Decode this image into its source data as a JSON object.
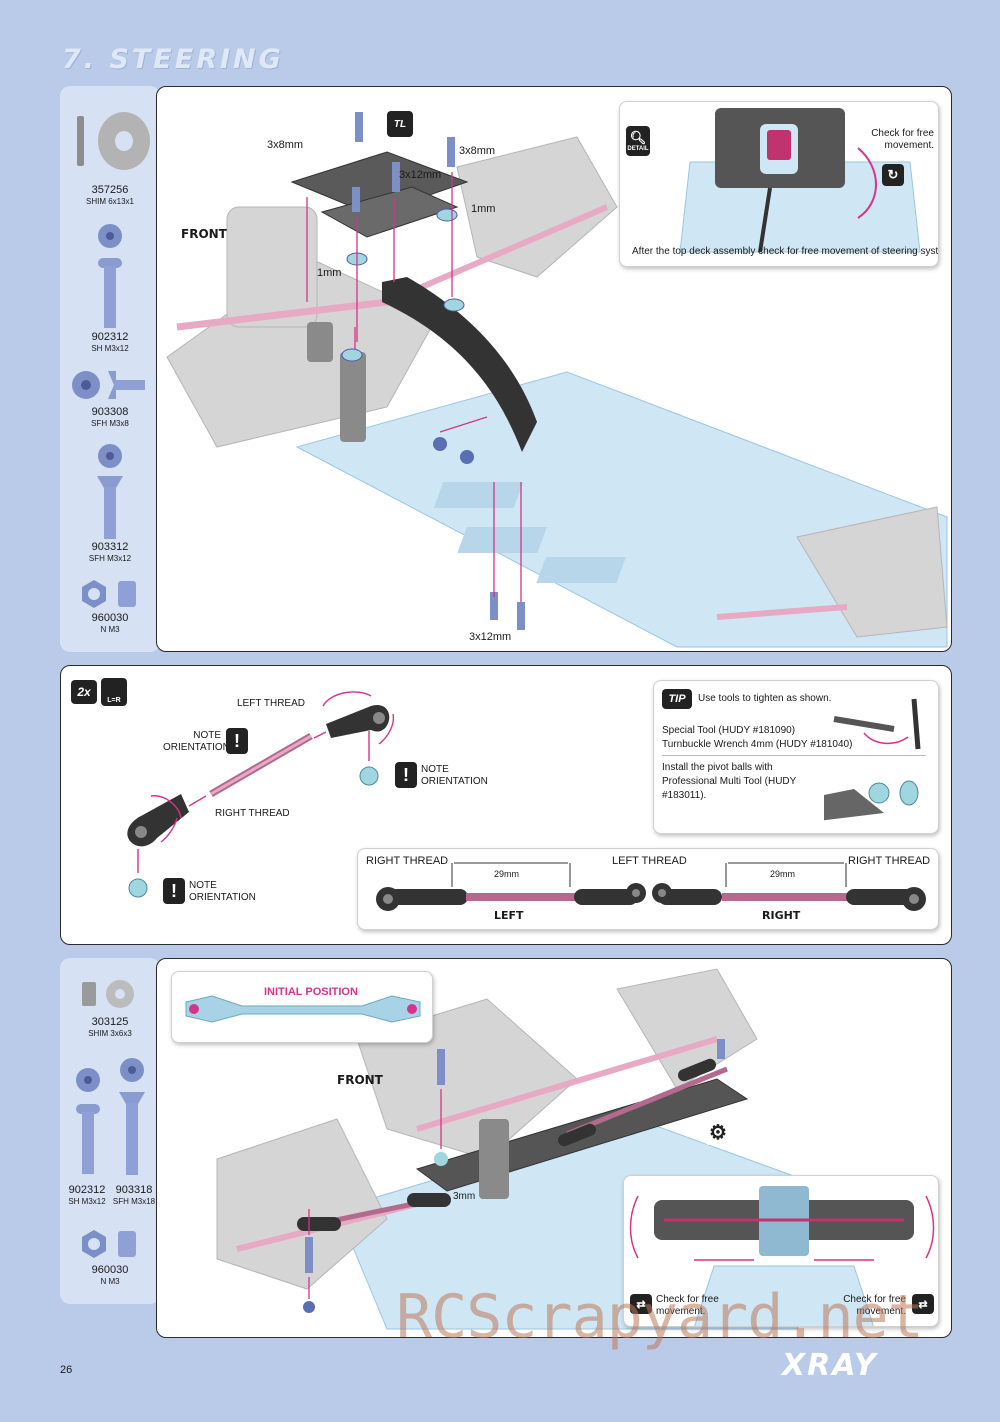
{
  "section_title": "7. STEERING",
  "page_number": "26",
  "brand": "XRAY",
  "watermark": "RCScrapyard.net",
  "section1": {
    "parts": [
      {
        "code": "357256",
        "desc": "SHIM 6x13x1"
      },
      {
        "code": "902312",
        "desc": "SH M3x12"
      },
      {
        "code": "903308",
        "desc": "SFH M3x8"
      },
      {
        "code": "903312",
        "desc": "SFH M3x12"
      },
      {
        "code": "960030",
        "desc": "N M3"
      }
    ],
    "front_label": "FRONT",
    "callouts": {
      "top_left_3x8": "3x8mm",
      "top_right_3x8": "3x8mm",
      "mid_3x12": "3x12mm",
      "right_1mm": "1mm",
      "left_1mm": "1mm",
      "bottom_3x12": "3x12mm"
    },
    "tl_icon": "TL",
    "detail": {
      "icon_label": "DETAIL",
      "check_text": "Check for free movement.",
      "caption": "After the top deck assembly check for free movement of steering system."
    }
  },
  "section2": {
    "qty": "2x",
    "lr_icon": "L=R",
    "left_thread": "LEFT THREAD",
    "right_thread_label": "RIGHT THREAD",
    "note1": "NOTE ORIENTATION",
    "note2": "NOTE ORIENTATION",
    "note3": "NOTE ORIENTATION",
    "tip": {
      "badge": "TIP",
      "headline": "Use tools to tighten as shown.",
      "tool1": "Special Tool (HUDY #181090)",
      "tool2": "Turnbuckle Wrench 4mm (HUDY #181040)",
      "pivot": "Install the pivot balls with Professional Multi Tool (HUDY #183011)."
    },
    "bar": {
      "right_thread_a": "RIGHT THREAD",
      "left_thread": "LEFT THREAD",
      "right_thread_b": "RIGHT THREAD",
      "dim_left": "29mm",
      "dim_right": "29mm",
      "left_label": "LEFT",
      "right_label": "RIGHT"
    }
  },
  "section3": {
    "parts": [
      {
        "code": "303125",
        "desc": "SHIM 3x6x3"
      },
      {
        "code": "902312",
        "desc": "SH M3x12"
      },
      {
        "code": "903318",
        "desc": "SFH M3x18"
      },
      {
        "code": "960030",
        "desc": "N M3"
      }
    ],
    "initial_position": "INITIAL POSITION",
    "front_label": "FRONT",
    "shim_3mm": "3mm",
    "check_left": "Check for free movement.",
    "check_right": "Check for free movement."
  },
  "colors": {
    "page_bg": "#b9cbe9",
    "accent_pink": "#d6338a",
    "chassis_blue": "#c6e3f2",
    "carbon": "#3a3a3a"
  }
}
